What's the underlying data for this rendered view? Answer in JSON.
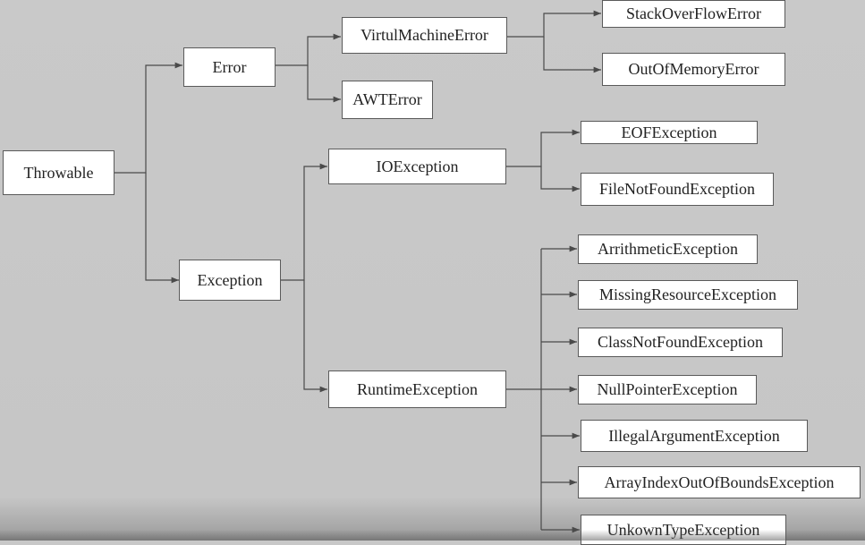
{
  "nodes": {
    "throwable": "Throwable",
    "error": "Error",
    "exception": "Exception",
    "virtual_machine_error": "VirtulMachineError",
    "awt_error": "AWTError",
    "stack_overflow_error": "StackOverFlowError",
    "out_of_memory_error": "OutOfMemoryError",
    "io_exception": "IOException",
    "runtime_exception": "RuntimeException",
    "eof_exception": "EOFException",
    "file_not_found_exception": "FileNotFoundException",
    "arithmetic_exception": "ArrithmeticException",
    "missing_resource_exception": "MissingResourceException",
    "class_not_found_exception": "ClassNotFoundException",
    "null_pointer_exception": "NullPointerException",
    "illegal_argument_exception": "IllegalArgumentException",
    "array_index_out_of_bounds_exception": "ArrayIndexOutOfBoundsException",
    "unknown_type_exception": "UnkownTypeException"
  },
  "edges": [
    [
      "throwable",
      "error"
    ],
    [
      "throwable",
      "exception"
    ],
    [
      "error",
      "virtual_machine_error"
    ],
    [
      "error",
      "awt_error"
    ],
    [
      "virtual_machine_error",
      "stack_overflow_error"
    ],
    [
      "virtual_machine_error",
      "out_of_memory_error"
    ],
    [
      "exception",
      "io_exception"
    ],
    [
      "exception",
      "runtime_exception"
    ],
    [
      "io_exception",
      "eof_exception"
    ],
    [
      "io_exception",
      "file_not_found_exception"
    ],
    [
      "runtime_exception",
      "arithmetic_exception"
    ],
    [
      "runtime_exception",
      "missing_resource_exception"
    ],
    [
      "runtime_exception",
      "class_not_found_exception"
    ],
    [
      "runtime_exception",
      "null_pointer_exception"
    ],
    [
      "runtime_exception",
      "illegal_argument_exception"
    ],
    [
      "runtime_exception",
      "array_index_out_of_bounds_exception"
    ],
    [
      "runtime_exception",
      "unknown_type_exception"
    ]
  ],
  "colors": {
    "background": "#c8c8c8",
    "box": "#ffffff",
    "line": "#4a4a4a"
  }
}
